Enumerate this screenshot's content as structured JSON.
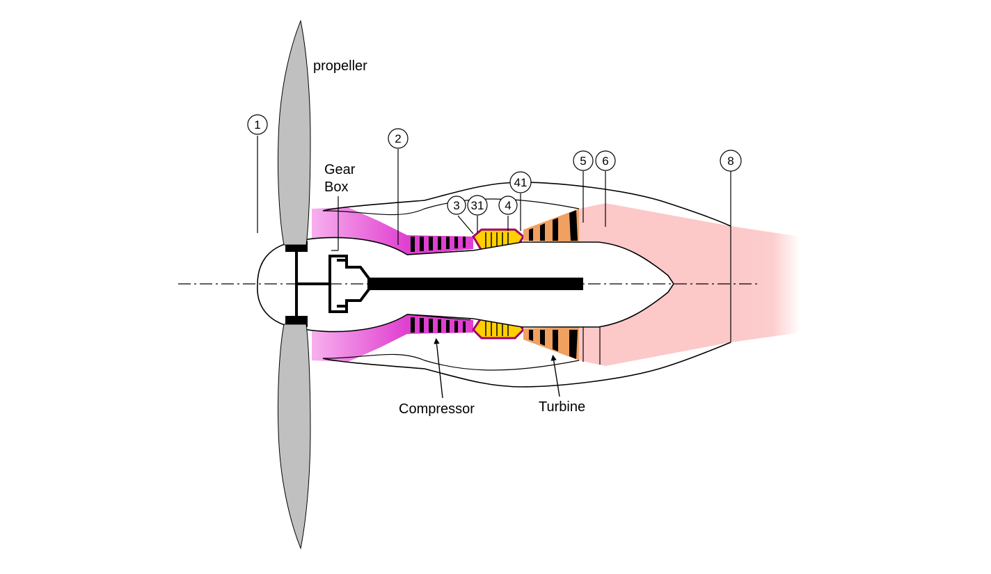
{
  "labels": {
    "propeller": "propeller",
    "gearbox_line1": "Gear",
    "gearbox_line2": "Box",
    "compressor": "Compressor",
    "turbine": "Turbine"
  },
  "stations": [
    "1",
    "2",
    "3",
    "31",
    "4",
    "41",
    "5",
    "6",
    "8"
  ],
  "colors": {
    "propeller": "#c0c0c0",
    "inlet": "#f080e0",
    "compressor": "#e040d0",
    "combustor": "#ffd000",
    "combustor_outline": "#a0006c",
    "turbine": "#f0a060",
    "exhaust": "#fcc8c8",
    "core_gray": "#c8c8c8",
    "lines": "#000000"
  }
}
